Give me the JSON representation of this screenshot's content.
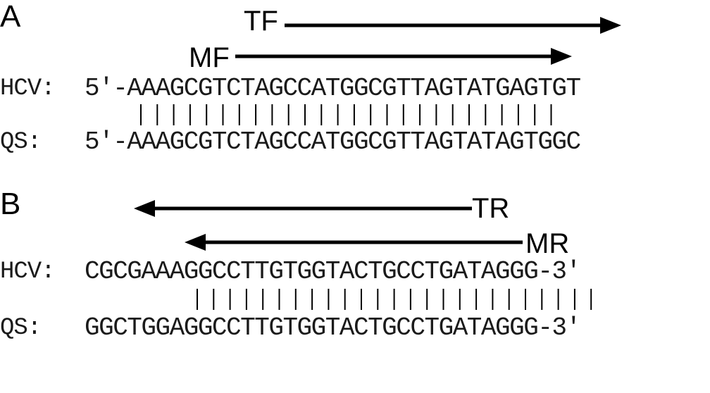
{
  "panel_a": {
    "label": "A",
    "primers": {
      "tf": "TF",
      "mf": "MF"
    },
    "hcv_label": "HCV:",
    "hcv_seq": "5′-AAAGCGTCTAGCCATGGCGTTAGTATGAGTGT",
    "qs_label": "QS:",
    "qs_seq": "5′-AAAGCGTCTAGCCATGGCGTTAGTATAGTGGC",
    "match_count": 26
  },
  "panel_b": {
    "label": "B",
    "primers": {
      "tr": "TR",
      "mr": "MR"
    },
    "hcv_label": "HCV:",
    "hcv_seq": "CGCGAAAGGCCTTGTGGTACTGCCTGATAGGG-3′",
    "qs_label": "QS:",
    "qs_seq": "GGCTGGAGGCCTTGTGGTACTGCCTGATAGGG-3′",
    "match_count": 25
  },
  "colors": {
    "ink": "#000000",
    "text": "#1a1a1a"
  }
}
